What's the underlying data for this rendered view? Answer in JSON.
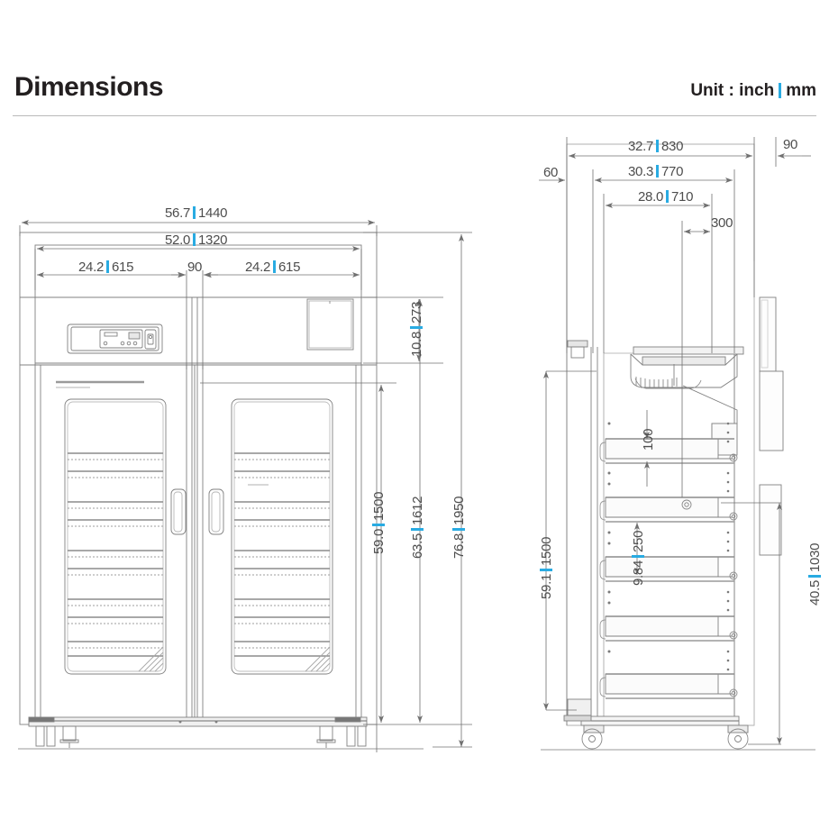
{
  "header": {
    "title": "Dimensions",
    "unit_prefix": "Unit : inch",
    "unit_suffix": "mm"
  },
  "views": {
    "front": {
      "name": "front-view"
    },
    "side": {
      "name": "side-view"
    }
  },
  "dimensions": {
    "front": {
      "overall_width": {
        "inch": "56.7",
        "mm": "1440"
      },
      "door_span": {
        "inch": "52.0",
        "mm": "1320"
      },
      "door_left": {
        "inch": "24.2",
        "mm": "615"
      },
      "door_gap": {
        "mm": "90"
      },
      "door_right": {
        "inch": "24.2",
        "mm": "615"
      },
      "top_band": {
        "inch": "10.8",
        "mm": "273"
      },
      "interior_h": {
        "inch": "59.0",
        "mm": "1500"
      },
      "cabinet_h": {
        "inch": "63.5",
        "mm": "1612"
      },
      "overall_h": {
        "inch": "76.8",
        "mm": "1950"
      }
    },
    "side": {
      "overall_depth": {
        "inch": "32.7",
        "mm": "830"
      },
      "body_depth": {
        "inch": "30.3",
        "mm": "770"
      },
      "inner_depth": {
        "inch": "28.0",
        "mm": "710"
      },
      "shelf_depth": {
        "mm": "300"
      },
      "front_offset": {
        "mm": "60"
      },
      "rear_offset": {
        "mm": "90"
      },
      "shelf_gap_top": {
        "mm": "100"
      },
      "shelf_pitch": {
        "inch": "9.84",
        "mm": "250"
      },
      "interior_h": {
        "inch": "59.1",
        "mm": "1500"
      },
      "shelf_zone_h": {
        "inch": "40.5",
        "mm": "1030"
      }
    }
  },
  "colors": {
    "accent": "#29abe2",
    "line": "#808080",
    "line_dark": "#4d4d4d",
    "text": "#231f20",
    "dim_text": "#4d4d4d"
  }
}
